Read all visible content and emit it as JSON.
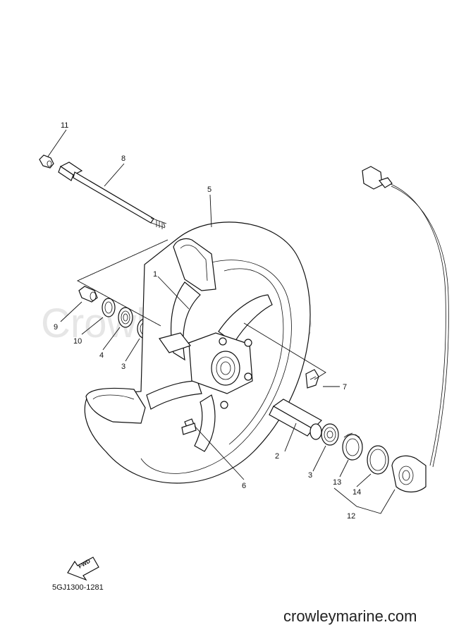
{
  "watermark": "CrowleyMarine",
  "footer_url": "crowleymarine.com",
  "diagram_code": "5GJ1300-1281",
  "fwd_label": "FWD",
  "callouts": {
    "p1": "1",
    "p2": "2",
    "p3a": "3",
    "p3b": "3",
    "p4": "4",
    "p5": "5",
    "p6": "6",
    "p7": "7",
    "p8": "8",
    "p9": "9",
    "p10": "10",
    "p11": "11",
    "p12": "12",
    "p13": "13",
    "p14": "14"
  }
}
